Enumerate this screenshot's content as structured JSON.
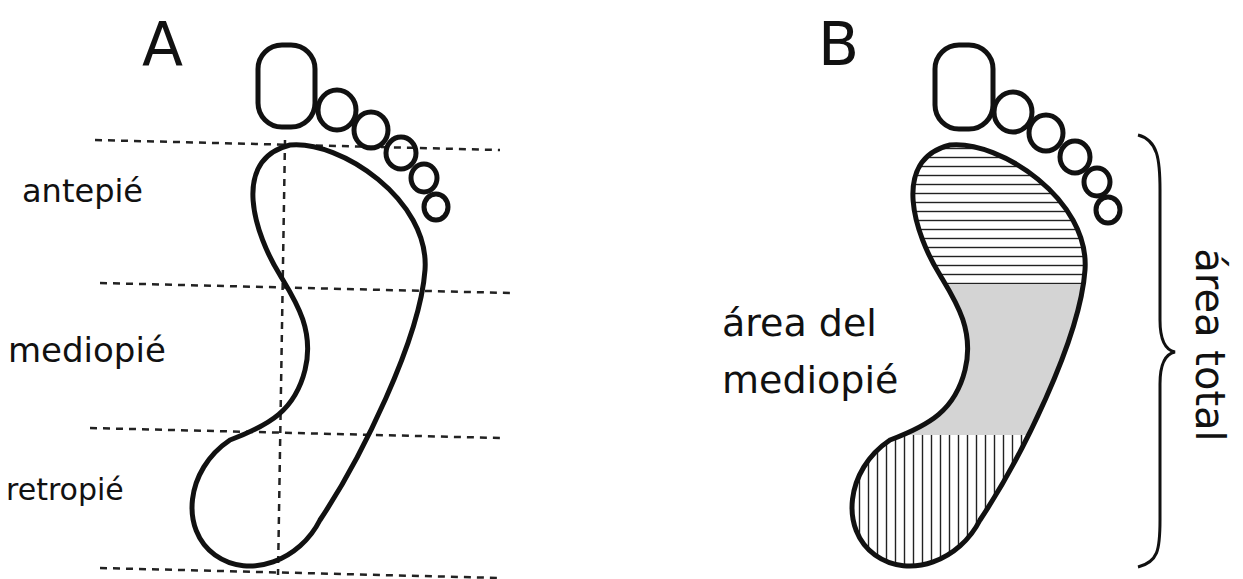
{
  "diagram": {
    "labels": [
      "A",
      "antepié",
      "mediopié",
      "retropié",
      "B",
      "área del mediopié",
      "área total"
    ]
  }
}
